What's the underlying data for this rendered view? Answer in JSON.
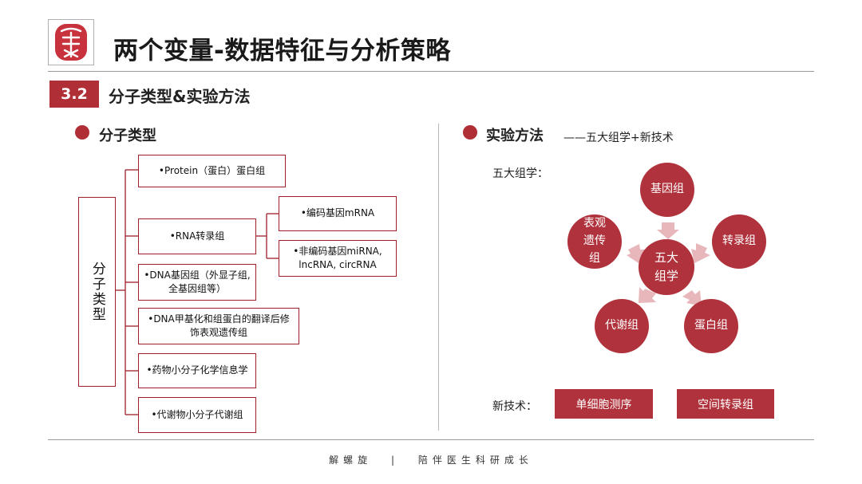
{
  "header": {
    "logo_glyph": "解",
    "title": "两个变量-数据特征与分析策略"
  },
  "section": {
    "number": "3.2",
    "title": "分子类型&实验方法"
  },
  "left": {
    "heading": "分子类型",
    "root": "分子类型",
    "items": [
      "•Protein（蛋白）蛋白组",
      "•RNA转录组",
      "•DNA基因组（外显子组,全基因组等）",
      "•DNA甲基化和组蛋白的翻译后修饰表观遗传组",
      "•药物小分子化学信息学",
      "•代谢物小分子代谢组"
    ],
    "rna_children": [
      "•编码基因mRNA",
      "•非编码基因miRNA, lncRNA, circRNA"
    ]
  },
  "right": {
    "heading": "实验方法",
    "subtitle": "——五大组学+新技术",
    "omics_label": "五大组学：",
    "center": "五大组学",
    "nodes": [
      "基因组",
      "转录组",
      "蛋白组",
      "代谢组",
      "表观遗传组"
    ],
    "newtech_label": "新技术：",
    "newtech": [
      "单细胞测序",
      "空间转录组"
    ]
  },
  "footer": {
    "left": "解螺旋",
    "sep": "|",
    "right": "陪伴医生科研成长"
  },
  "colors": {
    "accent": "#b02e36"
  }
}
